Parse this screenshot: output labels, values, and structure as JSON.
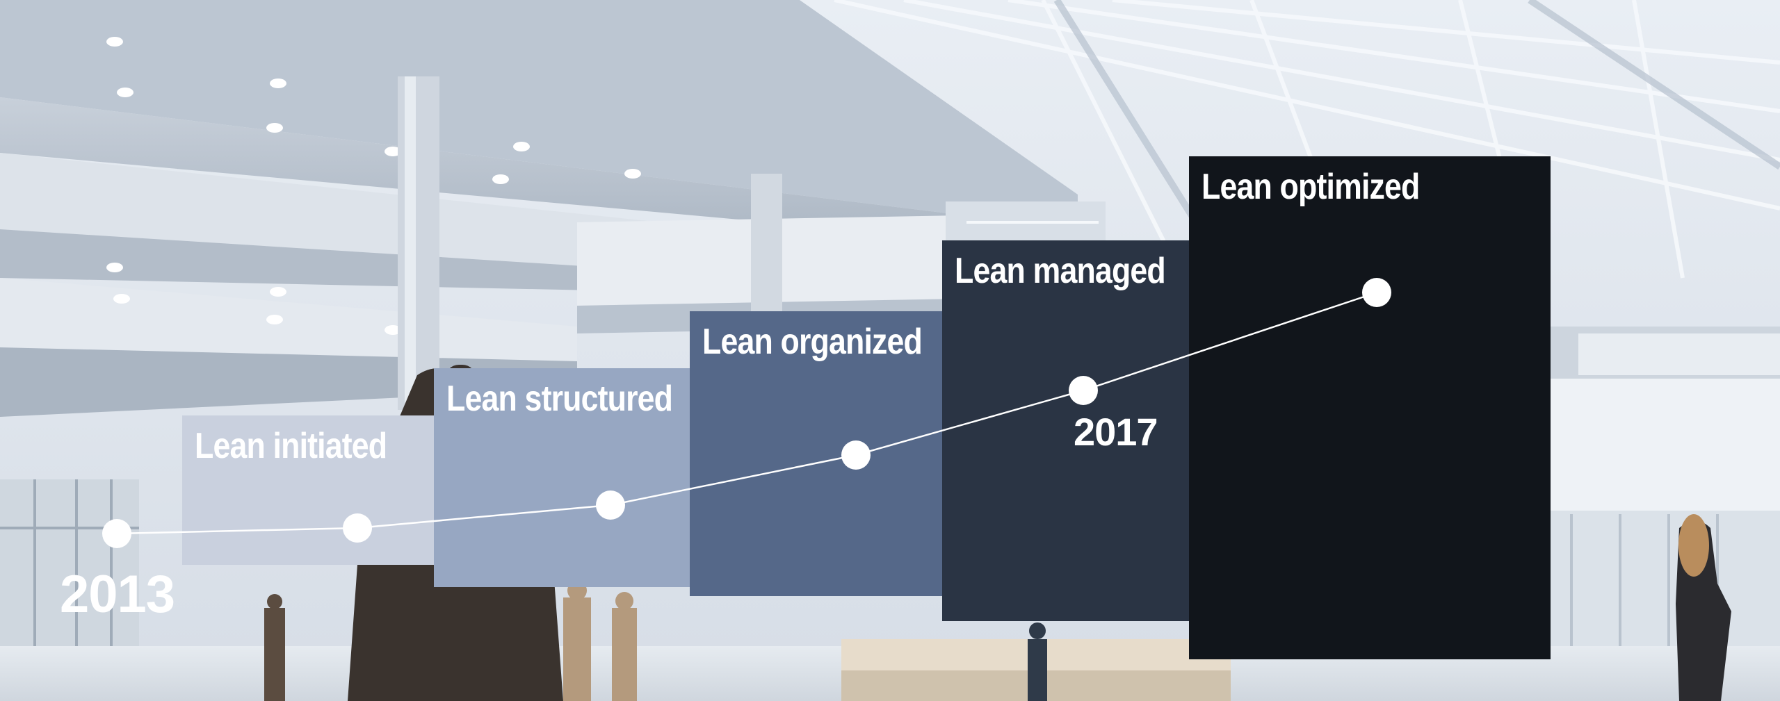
{
  "stages": [
    {
      "label": "Lean initiated",
      "color": "#c9d0de"
    },
    {
      "label": "Lean structured",
      "color": "#97a7c2"
    },
    {
      "label": "Lean organized",
      "color": "#556889"
    },
    {
      "label": "Lean managed",
      "color": "#2a3444"
    },
    {
      "label": "Lean optimized",
      "color": "#11151b"
    }
  ],
  "years": {
    "start": "2013",
    "mid": "2017"
  },
  "colors": {
    "line": "#ffffff",
    "text": "#ffffff"
  }
}
